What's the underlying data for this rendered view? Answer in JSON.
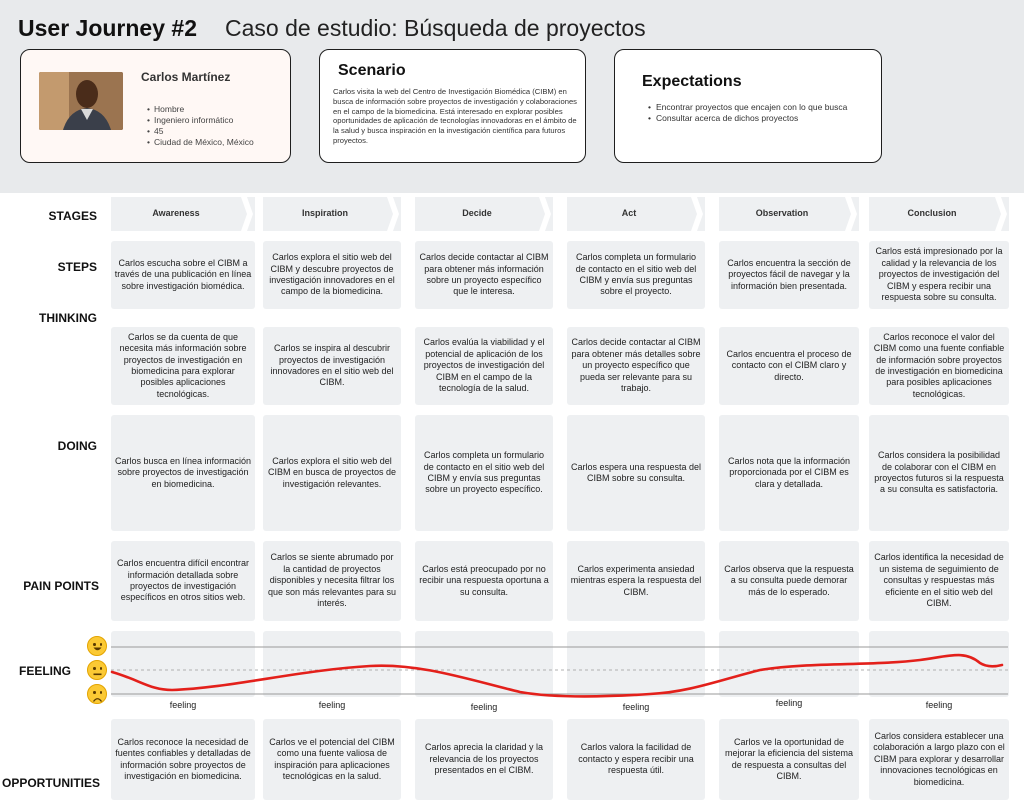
{
  "header": {
    "title": "User Journey #2",
    "subtitle": "Caso de estudio: Búsqueda de proyectos"
  },
  "persona": {
    "name": "Carlos Martínez",
    "details": [
      "Hombre",
      "Ingeniero informático",
      "45",
      "Ciudad de México, México"
    ]
  },
  "scenario": {
    "heading": "Scenario",
    "text": "Carlos visita la web del Centro de Investigación Biomédica (CIBM) en busca de información sobre proyectos de investigación y colaboraciones en el campo de la biomedicina. Está interesado en explorar posibles oportunidades de aplicación de tecnologías innovadoras en el ámbito de la salud y busca inspiración en la investigación científica para futuros proyectos."
  },
  "expectations": {
    "heading": "Expectations",
    "items": [
      "Encontrar proyectos que encajen con lo que busca",
      "Consultar acerca de dichos proyectos"
    ]
  },
  "rows": {
    "stages": "STAGES",
    "steps": "STEPS",
    "thinking": "THINKING",
    "doing": "DOING",
    "pain": "PAIN POINTS",
    "feeling": "FEELING",
    "opportunities": "OPPORTUNITIES"
  },
  "stages": [
    "Awareness",
    "Inspiration",
    "Decide",
    "Act",
    "Observation",
    "Conclusion"
  ],
  "steps": [
    "Carlos escucha sobre el CIBM a través de una publicación en línea sobre investigación biomédica.",
    "Carlos explora el sitio web del CIBM y descubre proyectos de investigación innovadores en el campo de la biomedicina.",
    "Carlos decide contactar al CIBM para obtener más información sobre un proyecto específico que le interesa.",
    "Carlos completa un formulario de contacto en el sitio web del CIBM y envía sus preguntas sobre el proyecto.",
    "Carlos encuentra la sección de proyectos fácil de navegar y la información bien presentada.",
    "Carlos está impresionado por la calidad y la relevancia de los proyectos de investigación del CIBM y espera recibir una respuesta sobre su consulta."
  ],
  "thinking": [
    "Carlos se da cuenta de que necesita más información sobre proyectos de investigación en biomedicina para explorar posibles aplicaciones tecnológicas.",
    "Carlos se inspira al descubrir proyectos de investigación innovadores en el sitio web del CIBM.",
    "Carlos evalúa la viabilidad y el potencial de aplicación de los proyectos de investigación del CIBM en el campo de la tecnología de la salud.",
    "Carlos decide contactar al CIBM para obtener más detalles sobre un proyecto específico que pueda ser relevante para su trabajo.",
    "Carlos encuentra el proceso de contacto con el CIBM claro y directo.",
    "Carlos reconoce el valor del CIBM como una fuente confiable de información sobre proyectos de investigación en biomedicina para posibles aplicaciones tecnológicas."
  ],
  "doing": [
    "Carlos busca en línea información sobre proyectos de investigación en biomedicina.",
    "Carlos explora el sitio web del CIBM en busca de proyectos de investigación relevantes.",
    "Carlos completa un formulario de contacto en el sitio web del CIBM y envía sus preguntas sobre un proyecto específico.",
    "Carlos espera una respuesta del CIBM sobre su consulta.",
    "Carlos nota que la información proporcionada por el CIBM es clara y detallada.",
    "Carlos considera la posibilidad de colaborar con el CIBM en proyectos futuros si la respuesta a su consulta es satisfactoria."
  ],
  "pain_points": [
    "Carlos encuentra difícil encontrar información detallada sobre proyectos de investigación específicos en otros sitios web.",
    "Carlos se siente abrumado por la cantidad de proyectos disponibles y necesita filtrar los que son más relevantes para su interés.",
    "Carlos está preocupado por no recibir una respuesta oportuna a su consulta.",
    "Carlos experimenta ansiedad mientras espera la respuesta del CIBM.",
    "Carlos observa que la respuesta a su consulta puede demorar más de lo esperado.",
    "Carlos identifica la necesidad de un sistema de seguimiento de consultas y respuestas más eficiente en el sitio web del CIBM."
  ],
  "feeling": {
    "labels": [
      "feeling",
      "feeling",
      "feeling",
      "feeling",
      "feeling",
      "feeling"
    ],
    "emojis": [
      "happy-face-icon",
      "neutral-face-icon",
      "sad-face-icon"
    ],
    "line_color": "#e3201b"
  },
  "opportunities": [
    "Carlos reconoce la necesidad de fuentes confiables y detalladas de información sobre proyectos de investigación en biomedicina.",
    "Carlos ve el potencial del CIBM como una fuente valiosa de inspiración para aplicaciones tecnológicas en la salud.",
    "Carlos aprecia la claridad y la relevancia de los proyectos presentados en el CIBM.",
    "Carlos valora la facilidad de contacto y espera recibir una respuesta útil.",
    "Carlos ve la oportunidad de mejorar la eficiencia del sistema de respuesta a consultas del CIBM.",
    "Carlos considera establecer una colaboración a largo plazo con el CIBM para explorar y desarrollar innovaciones tecnológicas en biomedicina."
  ]
}
